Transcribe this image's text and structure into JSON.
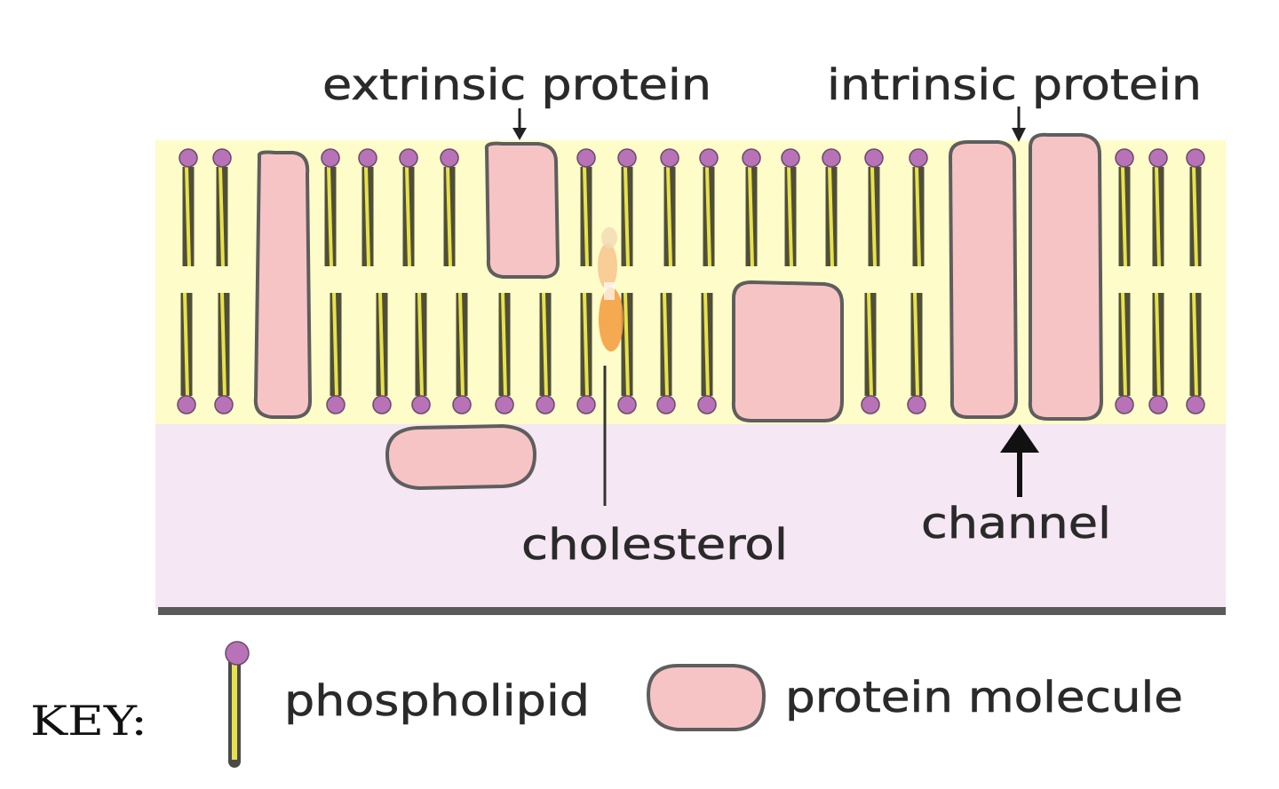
{
  "labels": {
    "extrinsic_protein": "extrinsic protein",
    "intrinsic_protein": "intrinsic protein",
    "cholesterol": "cholesterol",
    "channel": "channel"
  },
  "key": {
    "title": "KEY:",
    "phospholipid": "phospholipid",
    "protein_molecule": "protein molecule"
  },
  "colors": {
    "membrane_band": "#fefcc8",
    "cytoplasm_band": "#f5e7f3",
    "protein_fill": "#f7c4c6",
    "protein_outline": "#5e5e5e",
    "phospholipid_head": "#b872b8",
    "phospholipid_tail": "#e8e24a",
    "cholesterol": "#f39a3c",
    "baseline": "#5a5a5a"
  }
}
